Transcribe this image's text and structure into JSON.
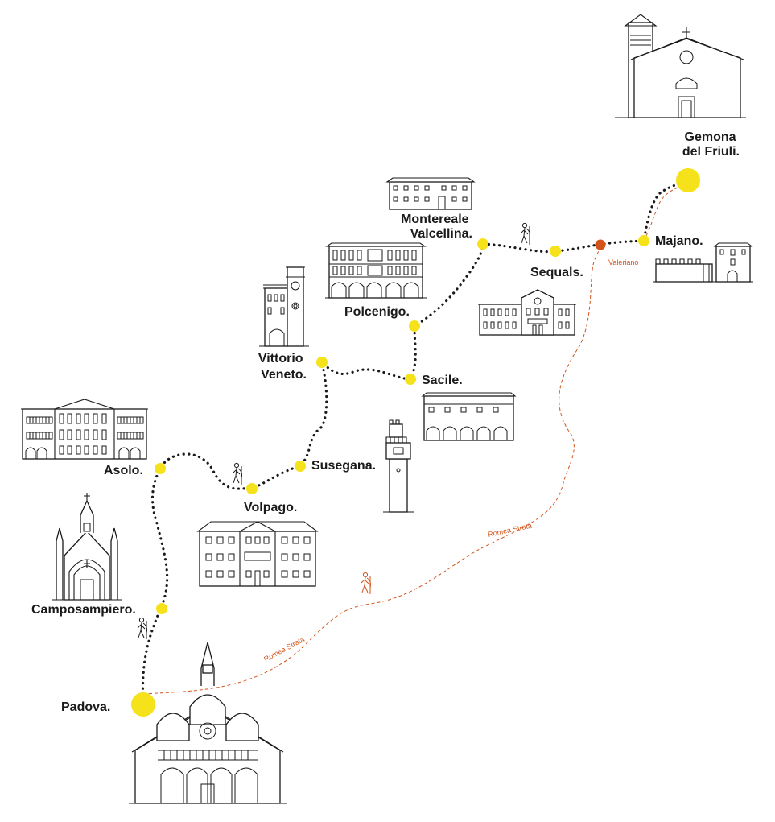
{
  "colors": {
    "stop": "#f5e21b",
    "alternate": "#d2541a",
    "ink": "#1a1a1a"
  },
  "icons": {
    "walker": "pilgrim-walker-icon"
  },
  "stops": [
    {
      "id": "padova",
      "label": "Padova.",
      "size": "large"
    },
    {
      "id": "camposampiero",
      "label": "Camposampiero.",
      "size": "small"
    },
    {
      "id": "asolo",
      "label": "Asolo.",
      "size": "small"
    },
    {
      "id": "volpago",
      "label": "Volpago.",
      "size": "small"
    },
    {
      "id": "susegana",
      "label": "Susegana.",
      "size": "small"
    },
    {
      "id": "vittorio-veneto",
      "label1": "Vittorio",
      "label2": "Veneto.",
      "size": "small"
    },
    {
      "id": "sacile",
      "label": "Sacile.",
      "size": "small"
    },
    {
      "id": "polcenigo",
      "label": "Polcenigo.",
      "size": "small"
    },
    {
      "id": "montereale-valcellina",
      "label1": "Montereale",
      "label2": "Valcellina.",
      "size": "small"
    },
    {
      "id": "sequals",
      "label": "Sequals.",
      "size": "small"
    },
    {
      "id": "majano",
      "label": "Majano.",
      "size": "small"
    },
    {
      "id": "gemona-del-friuli",
      "label1": "Gemona",
      "label2": "del Friuli.",
      "size": "large"
    }
  ],
  "alternate_stop": {
    "label": "Valeriano"
  },
  "alternate_route": {
    "label": "Romea Strata"
  }
}
